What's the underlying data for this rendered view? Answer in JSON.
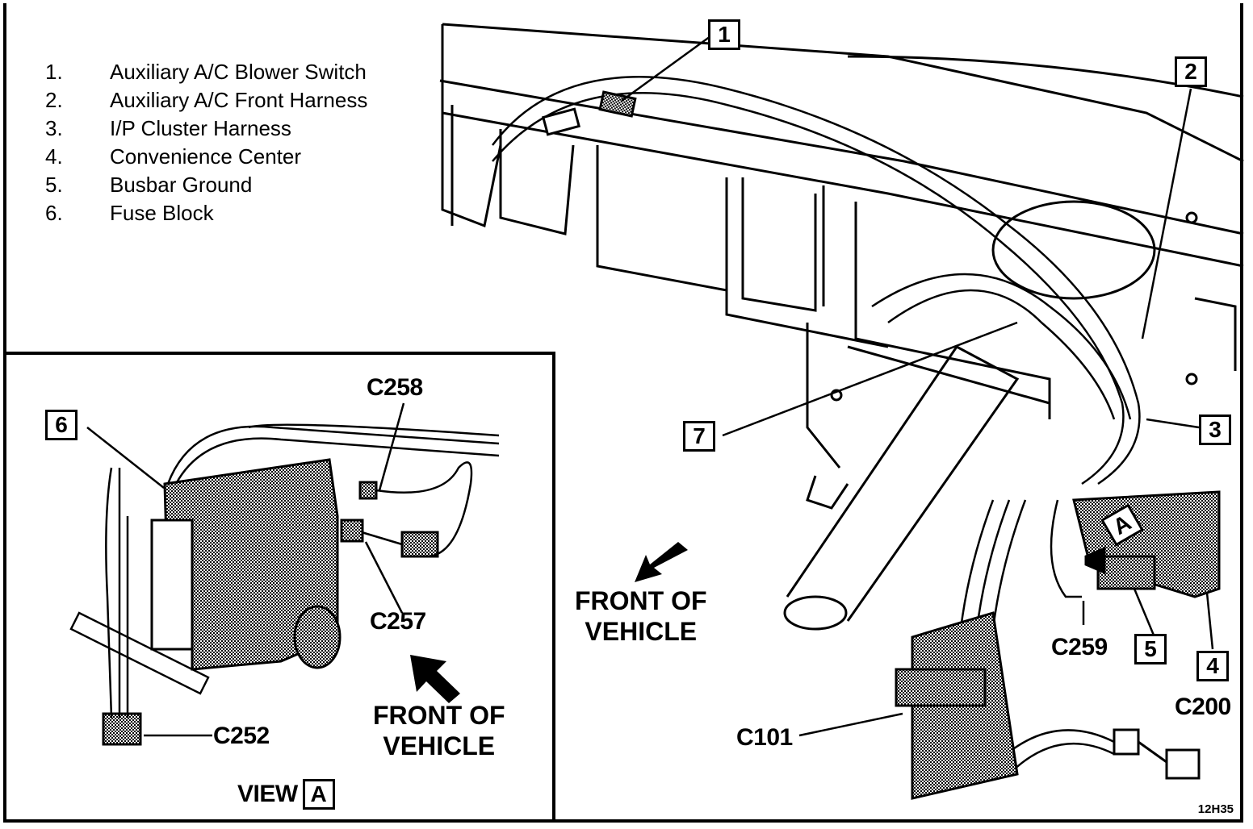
{
  "legend": [
    {
      "num": "1.",
      "label": "Auxiliary A/C Blower Switch"
    },
    {
      "num": "2.",
      "label": "Auxiliary A/C Front Harness"
    },
    {
      "num": "3.",
      "label": "I/P Cluster Harness"
    },
    {
      "num": "4.",
      "label": "Convenience Center"
    },
    {
      "num": "5.",
      "label": "Busbar Ground"
    },
    {
      "num": "6.",
      "label": "Fuse Block"
    }
  ],
  "main_view": {
    "callouts": [
      "1",
      "2",
      "3",
      "4",
      "5",
      "7"
    ],
    "connectors": [
      "C259",
      "C200",
      "C101"
    ],
    "view_marker": "A",
    "direction": {
      "line1": "FRONT OF",
      "line2": "VEHICLE"
    }
  },
  "inset_view": {
    "callout": "6",
    "connectors": [
      "C258",
      "C257",
      "C252"
    ],
    "direction": {
      "line1": "FRONT OF",
      "line2": "VEHICLE"
    },
    "title": "VIEW",
    "title_marker": "A"
  },
  "figure_id": "12H35",
  "colors": {
    "ink": "#000000",
    "paper": "#ffffff",
    "shade": "#9a9a9a"
  }
}
